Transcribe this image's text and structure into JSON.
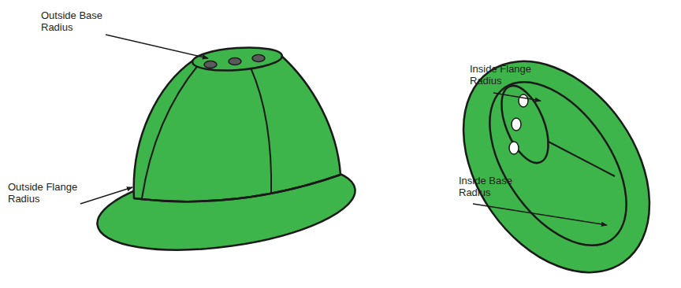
{
  "diagram": {
    "labels": [
      "Outside Base Radius",
      "Outside Flange Radius",
      "Inside Flange Radius",
      "Inside Base Radius"
    ]
  }
}
